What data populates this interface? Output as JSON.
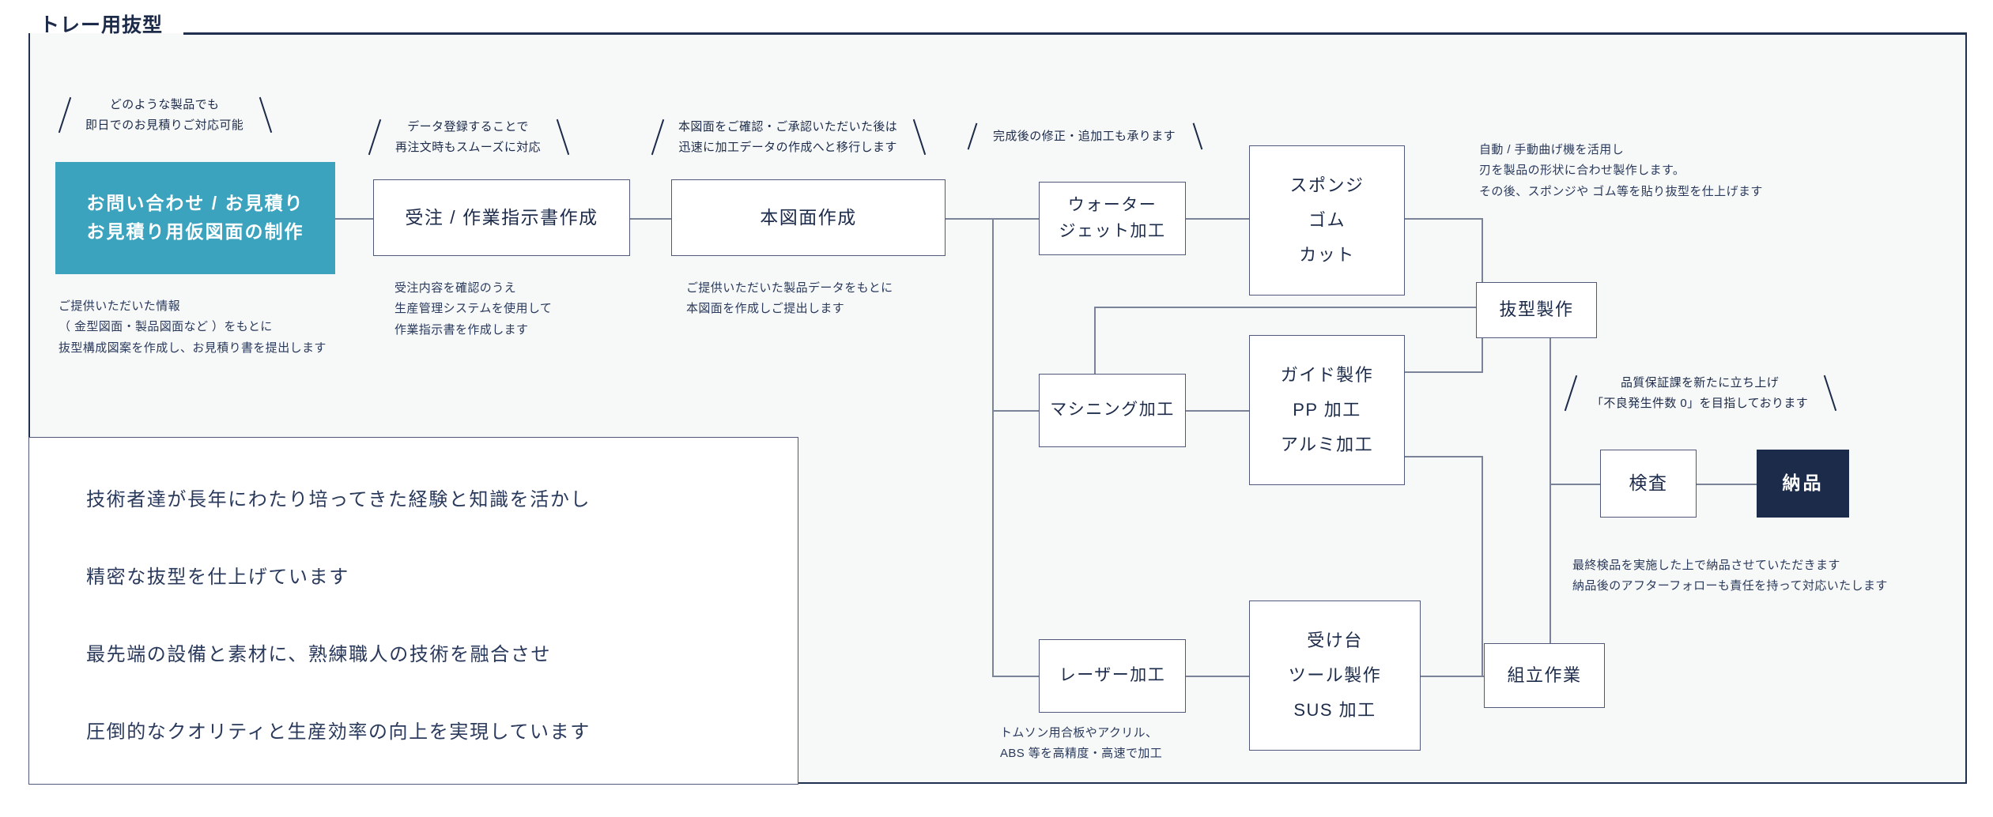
{
  "panel": {
    "title": "トレー用抜型"
  },
  "nodes": {
    "inquiry": {
      "lines": [
        "お問い合わせ / お見積り",
        "お見積り用仮図面の制作"
      ]
    },
    "order": {
      "lines": [
        "受注 / 作業指示書作成"
      ]
    },
    "drawing": {
      "lines": [
        "本図面作成"
      ]
    },
    "waterjet": {
      "lines": [
        "ウォーター",
        "ジェット加工"
      ]
    },
    "machining": {
      "lines": [
        "マシニング加工"
      ]
    },
    "laser": {
      "lines": [
        "レーザー加工"
      ]
    },
    "sponge": {
      "lines": [
        "スポンジ",
        "ゴム",
        "カット"
      ]
    },
    "guide": {
      "lines": [
        "ガイド製作",
        "PP 加工",
        "アルミ加工"
      ]
    },
    "tool": {
      "lines": [
        "受け台",
        "ツール製作",
        "SUS 加工"
      ]
    },
    "diemake": {
      "lines": [
        "抜型製作"
      ]
    },
    "assembly": {
      "lines": [
        "組立作業"
      ]
    },
    "inspect": {
      "lines": [
        "検査"
      ]
    },
    "delivery": {
      "lines": [
        "納品"
      ]
    }
  },
  "annotations": {
    "inquiry": {
      "lines": [
        "どのような製品でも",
        "即日でのお見積りご対応可能"
      ]
    },
    "order": {
      "lines": [
        "データ登録することで",
        "再注文時もスムーズに対応"
      ]
    },
    "drawing": {
      "lines": [
        "本図面をご確認・ご承認いただいた後は",
        "迅速に加工データの作成へと移行します"
      ]
    },
    "process": {
      "lines": [
        "完成後の修正・追加工も承ります"
      ]
    },
    "quality": {
      "lines": [
        "品質保証課を新たに立ち上げ",
        "「不良発生件数 0」を目指しております"
      ]
    }
  },
  "captions": {
    "inquiry": {
      "lines": [
        "ご提供いただいた情報",
        "（ 金型図面・製品図面など ）をもとに",
        "抜型構成図案を作成し、お見積り書を提出します"
      ]
    },
    "order": {
      "lines": [
        "受注内容を確認のうえ",
        "生産管理システムを使用して",
        "作業指示書を作成します"
      ]
    },
    "drawing": {
      "lines": [
        "ご提供いただいた製品データをもとに",
        "本図面を作成しご提出します"
      ]
    },
    "sponge": {
      "lines": [
        "自動 / 手動曲げ機を活用し",
        "刃を製品の形状に合わせ製作します。",
        "その後、スポンジや ゴム等を貼り抜型を仕上げます"
      ]
    },
    "laser": {
      "lines": [
        "トムソン用合板やアクリル、",
        "ABS 等を高精度・高速で加工"
      ]
    },
    "delivery": {
      "lines": [
        "最終検品を実施した上で納品させていただきます",
        "納品後のアフターフォローも責任を持って対応いたします"
      ]
    }
  },
  "statement": {
    "lines": [
      "技術者達が長年にわたり培ってきた経験と知識を活かし",
      "精密な抜型を仕上げています",
      "最先端の設備と素材に、熟練職人の技術を融合させ",
      "圧倒的なクオリティと生産効率の向上を実現しています"
    ]
  },
  "colors": {
    "frame_border": "#20304f",
    "frame_bg": "#f7f8f8",
    "node_border": "#50597a",
    "connector": "#7a8398",
    "accent_teal": "#3ba3bd",
    "accent_navy": "#1c2b4a",
    "text": "#2a3a5c"
  }
}
